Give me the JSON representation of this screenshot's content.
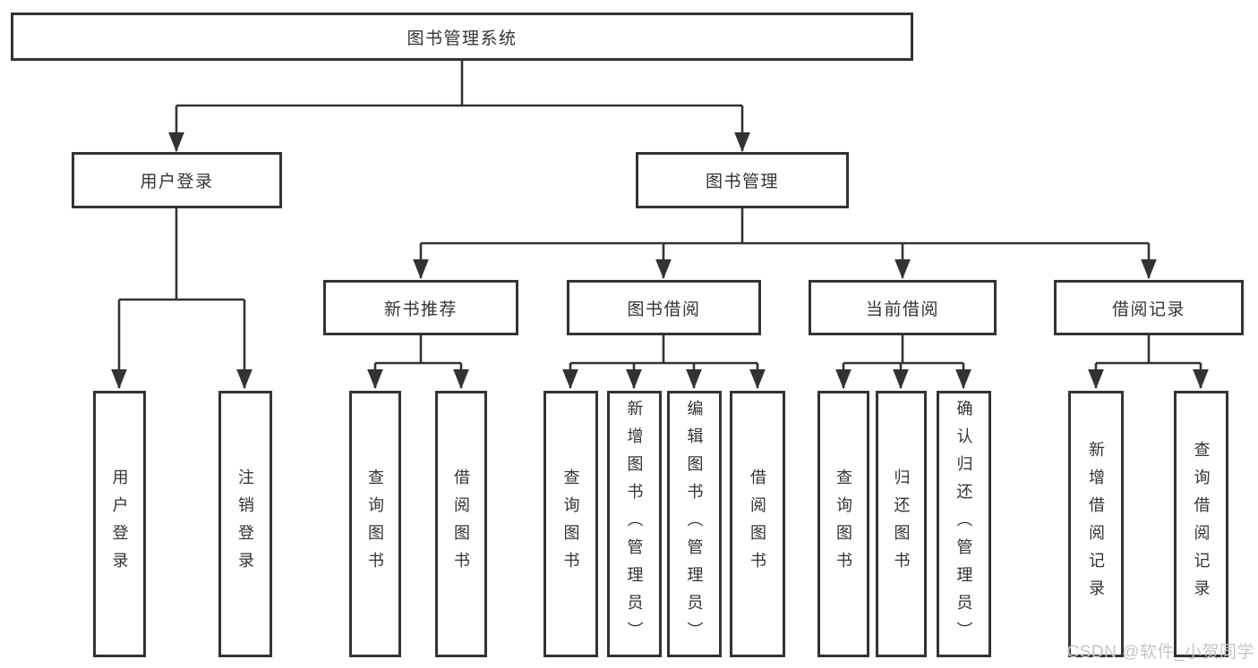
{
  "diagram_title": "图书管理系统",
  "tree": {
    "label": "图书管理系统",
    "children": [
      {
        "label": "用户登录",
        "children": [
          {
            "label": "用户登录"
          },
          {
            "label": "注销登录"
          }
        ]
      },
      {
        "label": "图书管理",
        "children": [
          {
            "label": "新书推荐",
            "children": [
              {
                "label": "查询图书"
              },
              {
                "label": "借阅图书"
              }
            ]
          },
          {
            "label": "图书借阅",
            "children": [
              {
                "label": "查询图书"
              },
              {
                "label": "新增图书（管理员）"
              },
              {
                "label": "编辑图书（管理员）"
              },
              {
                "label": "借阅图书"
              }
            ]
          },
          {
            "label": "当前借阅",
            "children": [
              {
                "label": "查询图书"
              },
              {
                "label": "归还图书"
              },
              {
                "label": "确认归还（管理员）"
              }
            ]
          },
          {
            "label": "借阅记录",
            "children": [
              {
                "label": "新增借阅记录"
              },
              {
                "label": "查询借阅记录"
              }
            ]
          }
        ]
      }
    ]
  },
  "watermark": {
    "text": "CSDN @软件_小贺同学",
    "color": "#c6c6c6"
  },
  "colors": {
    "line": "#333333",
    "box_border": "#333333",
    "box_background": "#ffffff",
    "text": "#333333"
  }
}
